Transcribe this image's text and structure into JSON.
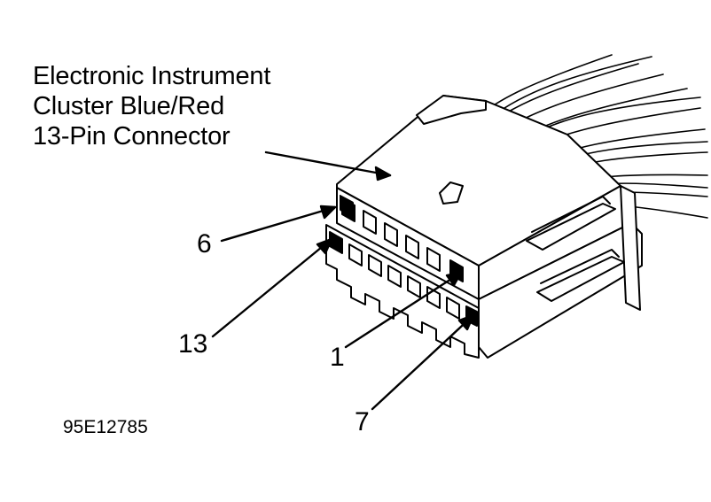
{
  "title_lines": [
    "Electronic Instrument",
    "Cluster Blue/Red",
    "13-Pin Connector"
  ],
  "pin_labels": {
    "pin_6": "6",
    "pin_13": "13",
    "pin_1": "1",
    "pin_7": "7"
  },
  "figure_id": "95E12785"
}
